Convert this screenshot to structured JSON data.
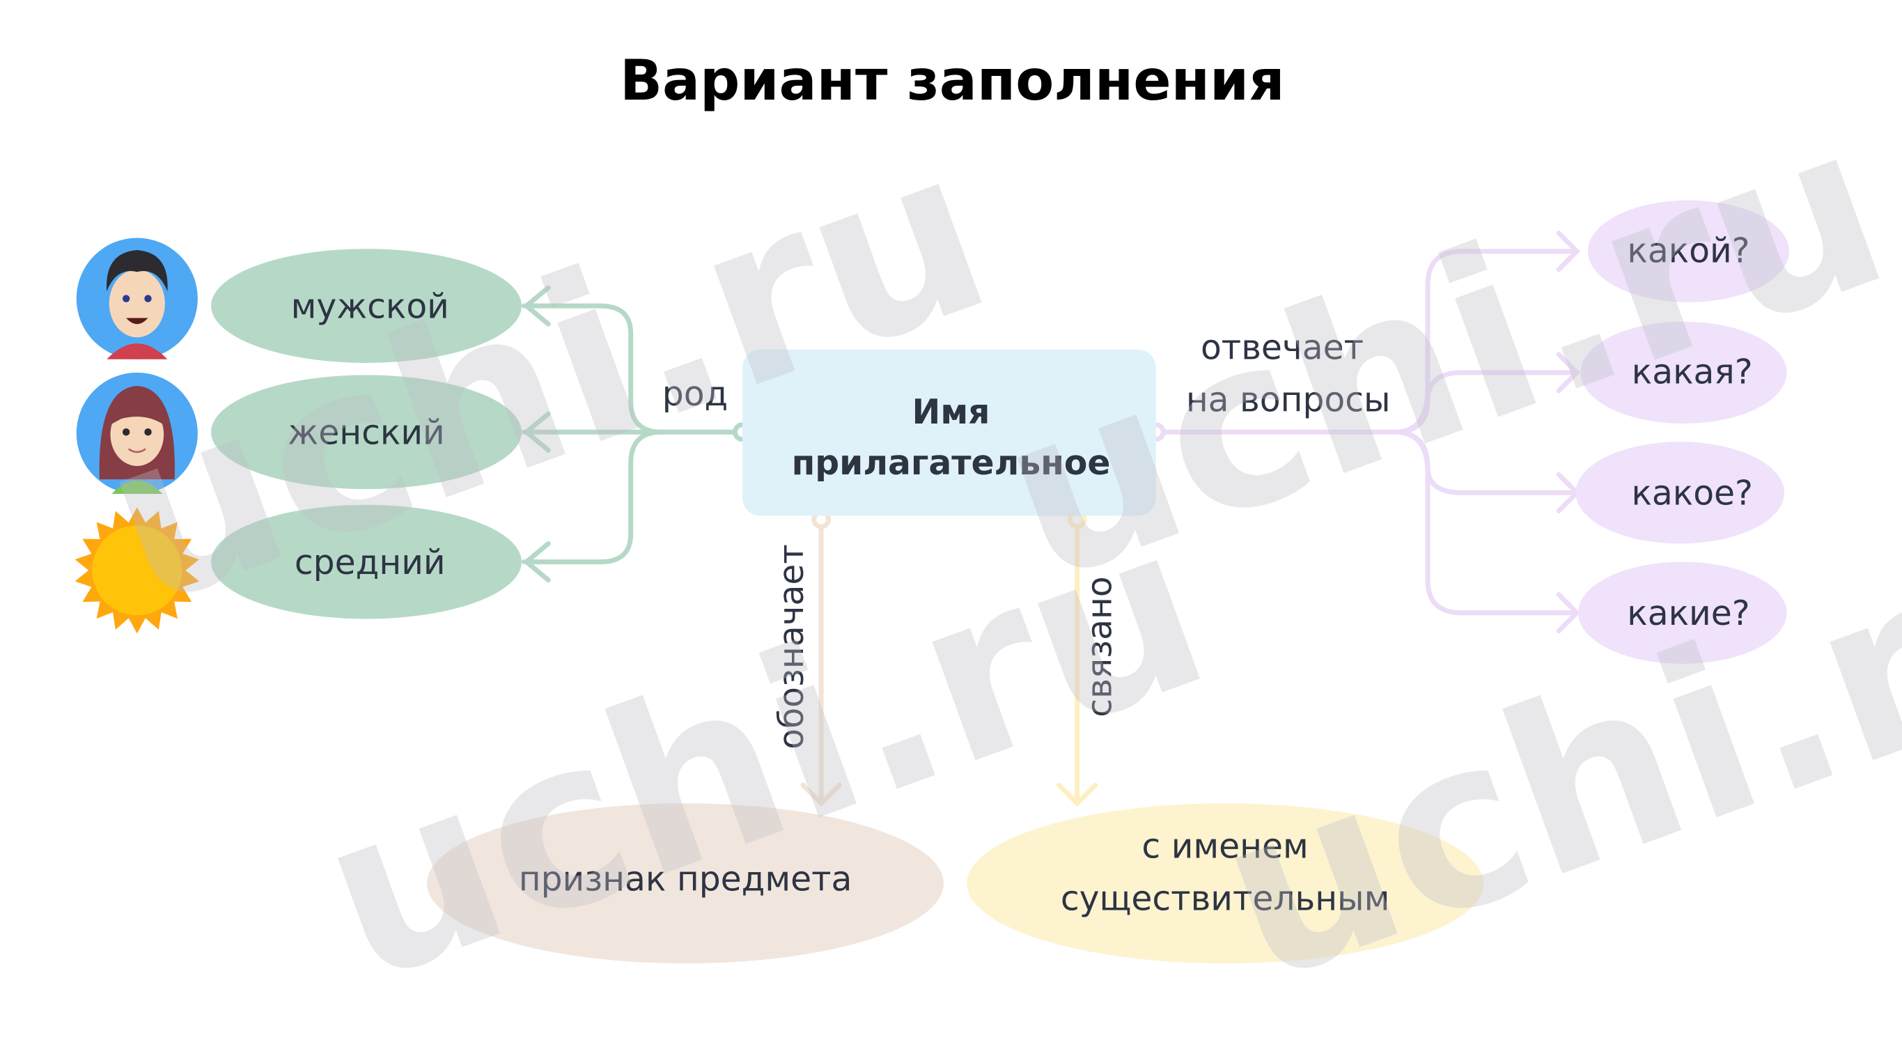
{
  "title": "Вариант заполнения",
  "center": {
    "line1": "Имя",
    "line2": "прилагательное"
  },
  "gender": {
    "label": "род",
    "items": [
      {
        "label": "мужской",
        "icon": "boy-avatar-icon"
      },
      {
        "label": "женский",
        "icon": "girl-avatar-icon"
      },
      {
        "label": "средний",
        "icon": "sun-icon"
      }
    ]
  },
  "questions": {
    "label_line1": "отвечает",
    "label_line2": "на вопросы",
    "items": [
      "какой?",
      "какая?",
      "какое?",
      "какие?"
    ]
  },
  "meaning": {
    "label": "обозначает",
    "target": "признак предмета"
  },
  "relation": {
    "label": "связано",
    "target_line1": "с именем",
    "target_line2": "существительным"
  },
  "watermark": "uchi.ru",
  "colors": {
    "green": "#b6d9c7",
    "green_line": "#b6d9c7",
    "purple": "#efe2fa",
    "purple_line": "#eddcf7",
    "box": "#e0f2f9",
    "tan": "#f1e6dd",
    "yellow": "#fdf3cf"
  }
}
